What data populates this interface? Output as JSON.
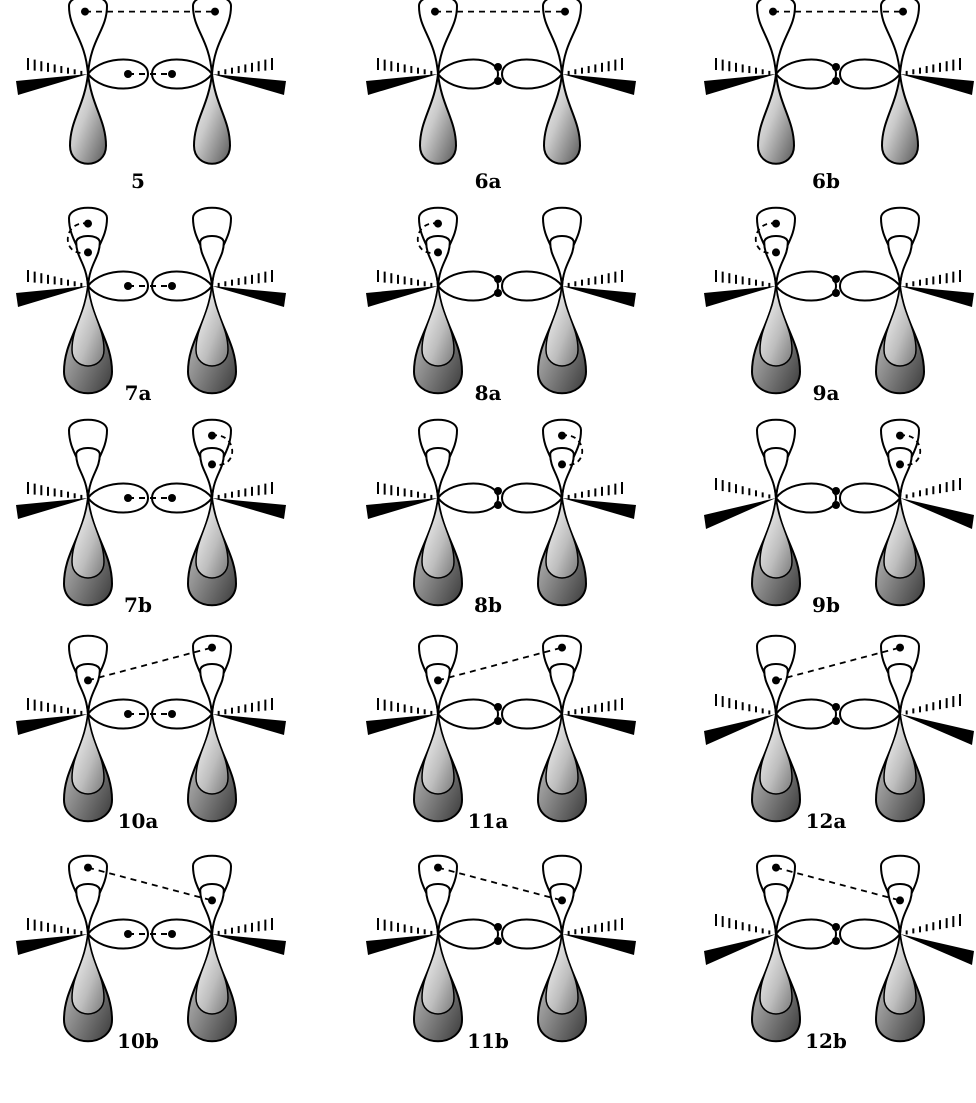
{
  "figure": {
    "rows": [
      [
        {
          "label": "5",
          "top": "single",
          "bottom": "dots-dashed",
          "wedge": "shallow",
          "dash": "horizontal",
          "guides": false,
          "guide_side": null
        },
        {
          "label": "6a",
          "top": "single",
          "bottom": "pair",
          "wedge": "shallow",
          "dash": "horizontal",
          "guides": false,
          "guide_side": null
        },
        {
          "label": "6b",
          "top": "single",
          "bottom": "pair",
          "wedge": "shallow",
          "dash": "horizontal",
          "guides": false,
          "guide_side": null
        }
      ],
      [
        {
          "label": "7a",
          "top": "double",
          "bottom": "dots-dashed",
          "wedge": "shallow",
          "dash": "none",
          "guides": true,
          "guide_side": "left"
        },
        {
          "label": "8a",
          "top": "double",
          "bottom": "pair",
          "wedge": "shallow",
          "dash": "none",
          "guides": true,
          "guide_side": "left"
        },
        {
          "label": "9a",
          "top": "double",
          "bottom": "pair",
          "wedge": "shallow",
          "dash": "none",
          "guides": true,
          "guide_side": "left"
        }
      ],
      [
        {
          "label": "7b",
          "top": "double",
          "bottom": "dots-dashed",
          "wedge": "shallow",
          "dash": "none",
          "guides": true,
          "guide_side": "right"
        },
        {
          "label": "8b",
          "top": "double",
          "bottom": "pair",
          "wedge": "shallow",
          "dash": "none",
          "guides": true,
          "guide_side": "right"
        },
        {
          "label": "9b",
          "top": "double",
          "bottom": "pair",
          "wedge": "steep",
          "dash": "none",
          "guides": true,
          "guide_side": "right"
        }
      ],
      [
        {
          "label": "10a",
          "top": "double",
          "bottom": "dots-dashed",
          "wedge": "shallow",
          "dash": "diag-up",
          "guides": false,
          "guide_side": null
        },
        {
          "label": "11a",
          "top": "double",
          "bottom": "pair",
          "wedge": "shallow",
          "dash": "diag-up",
          "guides": false,
          "guide_side": null
        },
        {
          "label": "12a",
          "top": "double",
          "bottom": "pair",
          "wedge": "steep",
          "dash": "diag-up",
          "guides": false,
          "guide_side": null
        }
      ],
      [
        {
          "label": "10b",
          "top": "double",
          "bottom": "dots-dashed",
          "wedge": "shallow",
          "dash": "diag-down",
          "guides": false,
          "guide_side": null
        },
        {
          "label": "11b",
          "top": "double",
          "bottom": "pair",
          "wedge": "shallow",
          "dash": "diag-down",
          "guides": false,
          "guide_side": null
        },
        {
          "label": "12b",
          "top": "double",
          "bottom": "pair",
          "wedge": "steep",
          "dash": "diag-down",
          "guides": false,
          "guide_side": null
        }
      ]
    ],
    "colors": {
      "stroke": "#000000",
      "lobe_light": "#ffffff",
      "lobe_dark": "#6e6e6e",
      "ink": "#000000"
    }
  }
}
